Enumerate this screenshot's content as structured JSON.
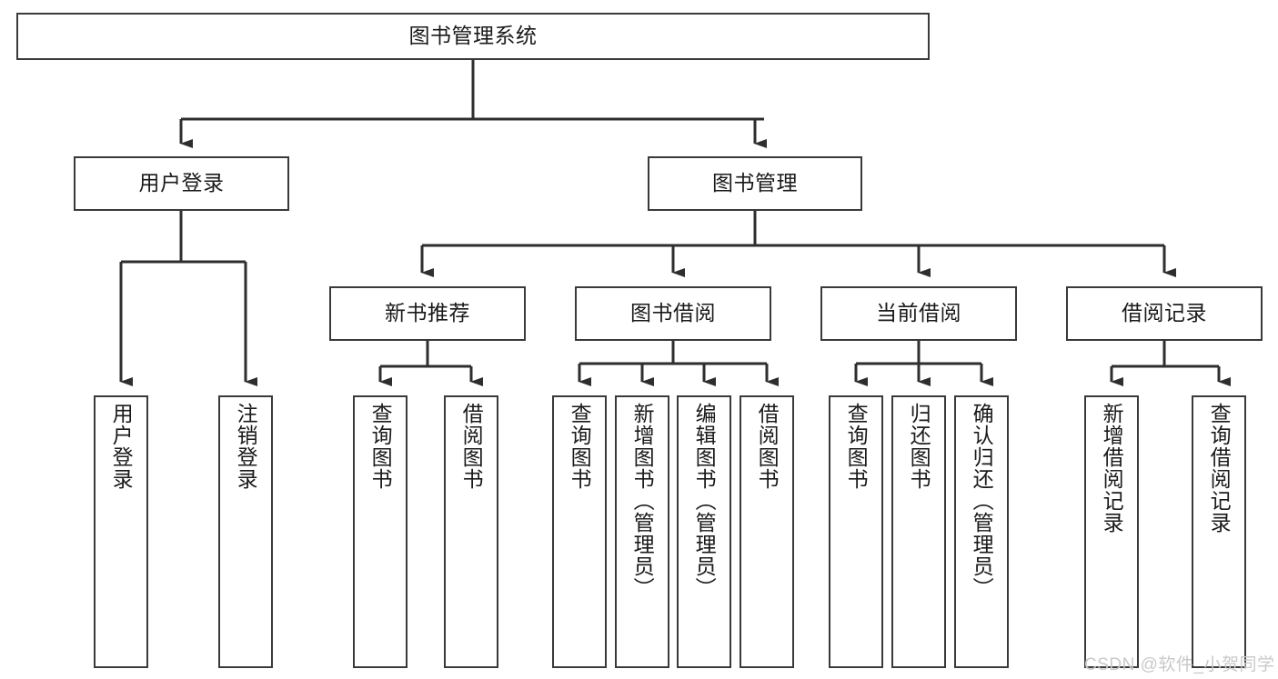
{
  "diagram": {
    "type": "tree",
    "title": "图书管理系统",
    "root": {
      "label": "图书管理系统"
    },
    "level2": [
      {
        "label": "用户登录"
      },
      {
        "label": "图书管理"
      }
    ],
    "level3": [
      {
        "label": "新书推荐"
      },
      {
        "label": "图书借阅"
      },
      {
        "label": "当前借阅"
      },
      {
        "label": "借阅记录"
      }
    ],
    "leaves": {
      "user_login": [
        {
          "label": "用户登录"
        },
        {
          "label": "注销登录"
        }
      ],
      "new_book_recommend": [
        {
          "label": "查询图书"
        },
        {
          "label": "借阅图书"
        }
      ],
      "book_borrow": [
        {
          "label": "查询图书"
        },
        {
          "label": "新增图书（管理员）"
        },
        {
          "label": "编辑图书（管理员）"
        },
        {
          "label": "借阅图书"
        }
      ],
      "current_borrow": [
        {
          "label": "查询图书"
        },
        {
          "label": "归还图书"
        },
        {
          "label": "确认归还（管理员）"
        }
      ],
      "borrow_record": [
        {
          "label": "新增借阅记录"
        },
        {
          "label": "查询借阅记录"
        }
      ]
    }
  },
  "watermark": {
    "text": "CSDN @软件_小贺同学"
  },
  "colors": {
    "stroke": "#3a3a3a",
    "text": "#1a1a1a",
    "background": "#ffffff",
    "watermark": "#c9c9c9"
  }
}
